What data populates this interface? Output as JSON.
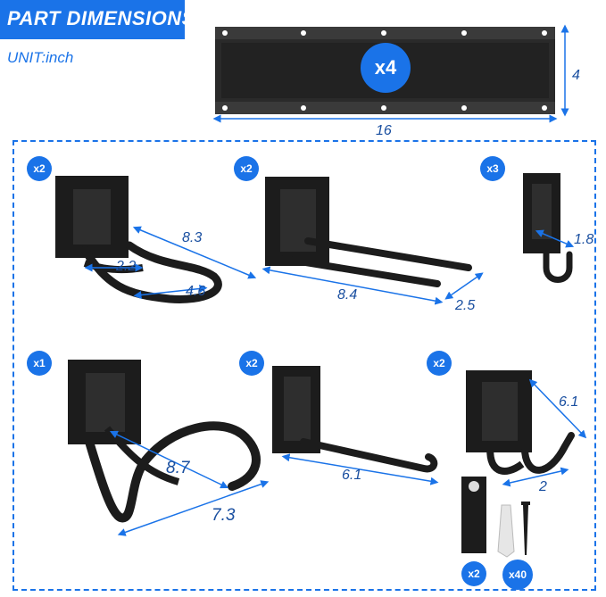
{
  "header": {
    "title": "PART DIMENSIONS",
    "unit": "UNIT:inch"
  },
  "rail": {
    "quantity": "x4",
    "length": "16",
    "height": "4"
  },
  "hooks": [
    {
      "quantity": "x2",
      "dims": [
        "8.3",
        "2.2",
        "4.6"
      ]
    },
    {
      "quantity": "x2",
      "dims": [
        "8.4",
        "2.5"
      ]
    },
    {
      "quantity": "x3",
      "dims": [
        "1.8"
      ]
    },
    {
      "quantity": "x1",
      "dims": [
        "8.7",
        "7.3"
      ]
    },
    {
      "quantity": "x2",
      "dims": [
        "6.1"
      ]
    },
    {
      "quantity": "x2",
      "dims": [
        "6.1",
        "2"
      ]
    }
  ],
  "accessories": [
    {
      "quantity": "x2"
    },
    {
      "quantity": "x40"
    }
  ],
  "colors": {
    "accent": "#1a73e8",
    "metal": "#1c1c1c"
  }
}
